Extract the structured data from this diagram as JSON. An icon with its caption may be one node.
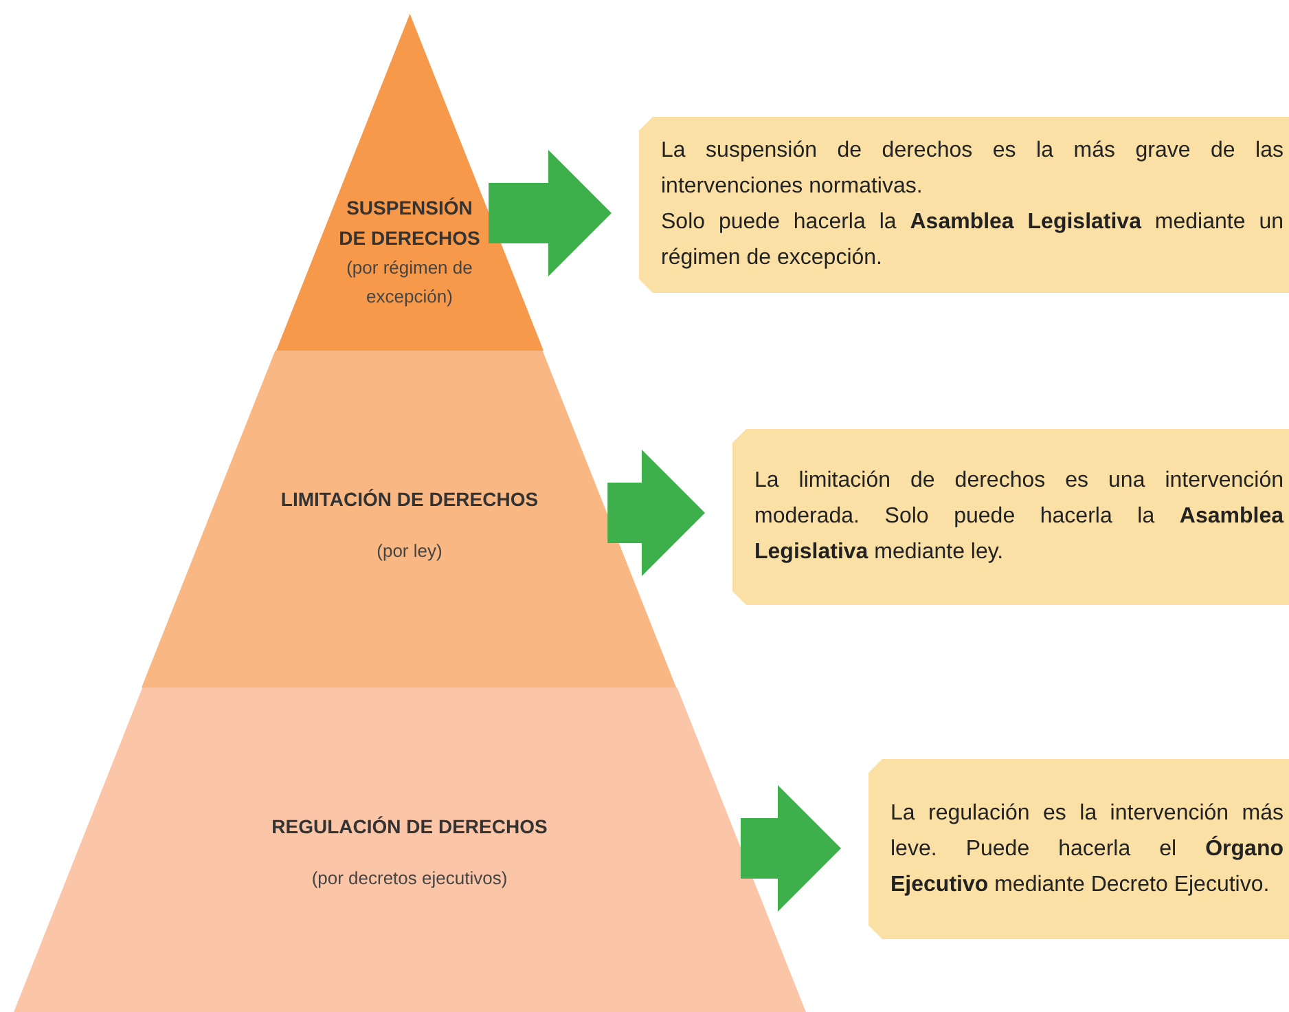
{
  "diagram": {
    "nodes": [
      {
        "text": [
          "SUSPENSIÓN DE DERECHOS",
          "(por régimen de excepción)"
        ]
      },
      {
        "text": [
          "LIMITACIÓN DE DERECHOS",
          "(por ley)"
        ]
      },
      {
        "text": [
          "REGULACIÓN DE DERECHOS",
          "(por decretos ejecutivos)"
        ]
      },
      {
        "text": [
          "La suspensión de derechos es la más grave de las intervenciones normativas.",
          "Solo puede hacerla la **Asamblea Legislativa** mediante un régimen de excepción."
        ]
      },
      {
        "text": [
          "La limitación de derechos es una intervención moderada. Solo puede hacerla la **Asamblea Legislativa** mediante ley."
        ]
      },
      {
        "text": [
          "La regulación es la intervención más leve. Puede hacerla el **Órgano Ejecutivo** mediante Decreto Ejecutivo."
        ]
      }
    ],
    "edges": [
      {
        "from": 0,
        "to": 3,
        "arrow": "to",
        "style": "thick"
      },
      {
        "from": 1,
        "to": 4,
        "arrow": "to",
        "style": "thick"
      },
      {
        "from": 2,
        "to": 5,
        "arrow": "to",
        "style": "thick"
      }
    ]
  }
}
